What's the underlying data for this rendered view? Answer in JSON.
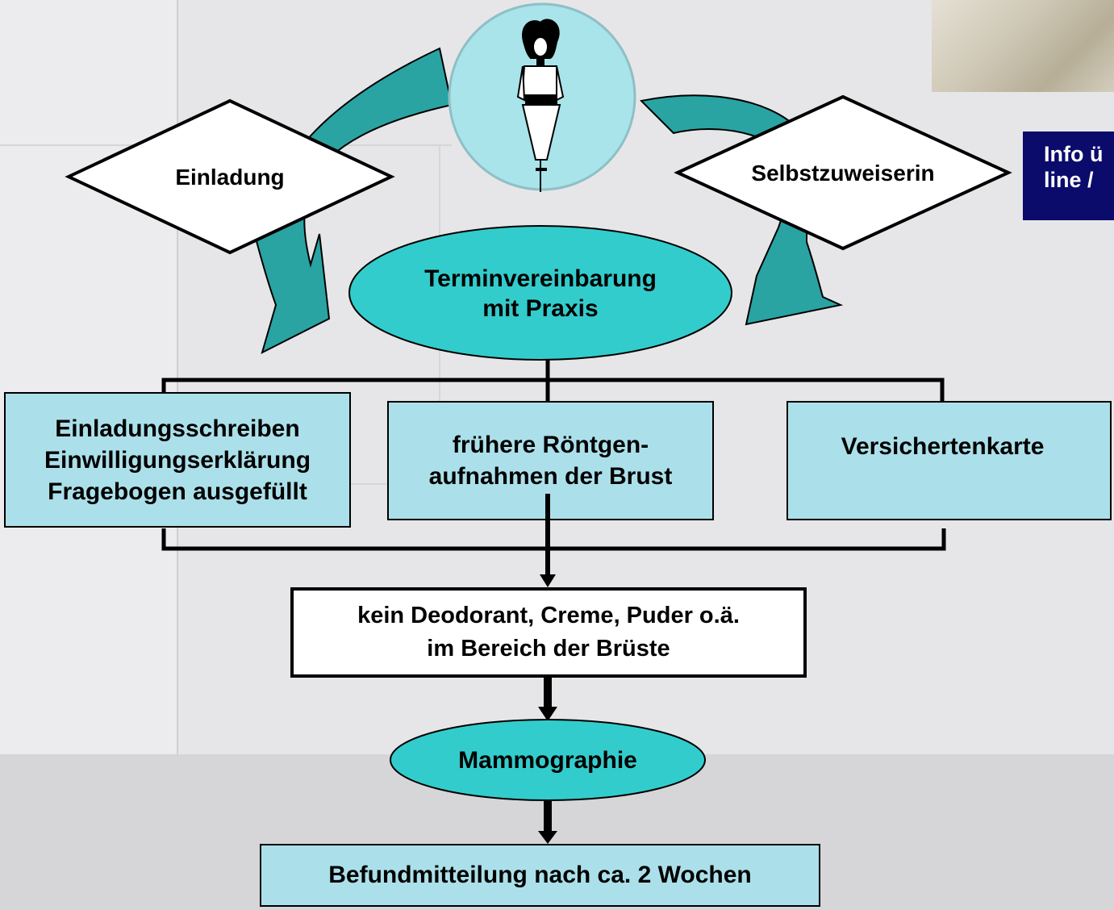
{
  "decision_nodes": {
    "einladung": "Einladung",
    "selbstzuweiserin": "Selbstzuweiserin"
  },
  "info_box": {
    "line1": "Info ü",
    "line2": "line /"
  },
  "oval_appointment": {
    "line1": "Terminvereinbarung",
    "line2": "mit Praxis"
  },
  "documents": {
    "left": [
      "Einladungsschreiben",
      "Einwilligungserklärung",
      "Fragebogen ausgefüllt"
    ],
    "middle": [
      "frühere Röntgen-",
      "aufnahmen der Brust"
    ],
    "right": "Versichertenkarte"
  },
  "preparation": {
    "line1": "kein Deodorant, Creme, Puder o.ä.",
    "line2": "im Bereich der Brüste"
  },
  "oval_mammography": "Mammographie",
  "result": "Befundmitteilung nach ca. 2 Wochen",
  "colors": {
    "arrow_teal": "#2aa3a3",
    "oval_teal": "#33cccc",
    "box_light_blue": "#abe0ea",
    "circle_light": "#a8e4ea",
    "info_navy": "#0b0b6b"
  },
  "icons": {
    "woman_figure": "woman-figure-icon",
    "photo": "photo-thumbnail"
  }
}
